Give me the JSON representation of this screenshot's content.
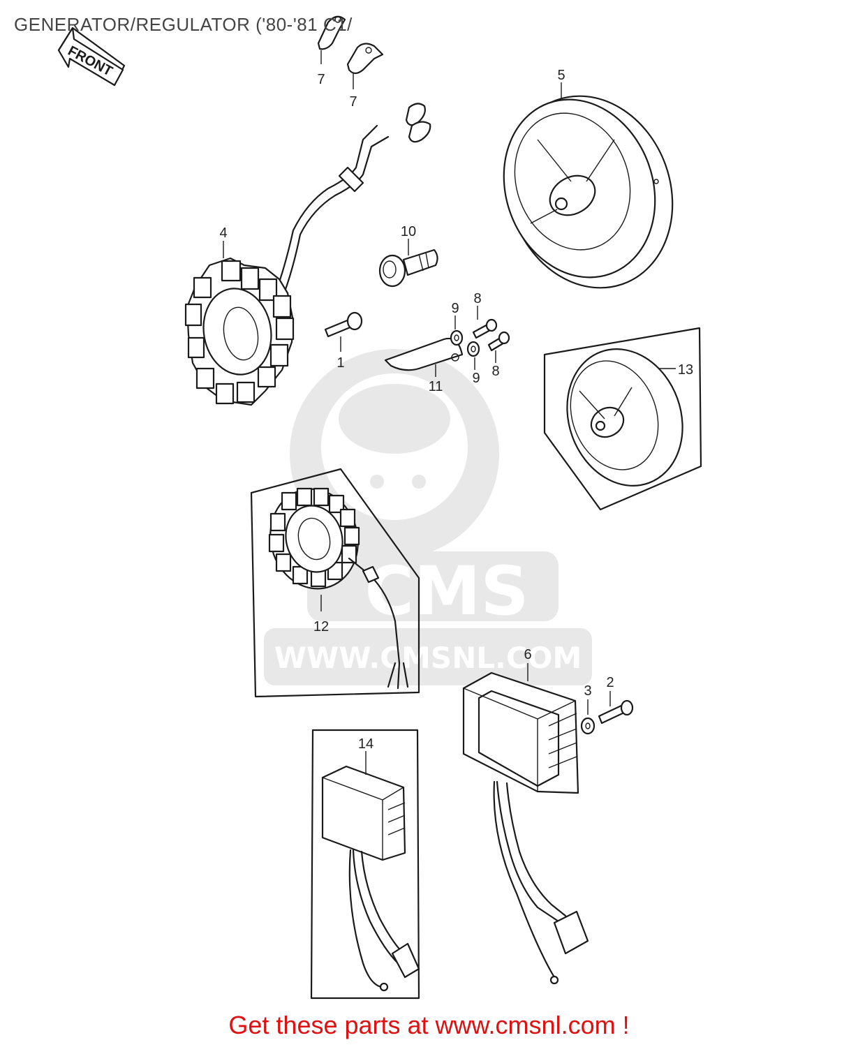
{
  "title": "GENERATOR/REGULATOR ('80-'81 C1/",
  "front_label": "FRONT",
  "watermark": {
    "brand": "CMS",
    "url": "WWW.CMSNL.COM"
  },
  "callouts": [
    "1",
    "2",
    "3",
    "4",
    "5",
    "6",
    "7",
    "7",
    "8",
    "8",
    "9",
    "9",
    "10",
    "11",
    "12",
    "13",
    "14"
  ],
  "promo": "Get these parts at www.cmsnl.com !",
  "colors": {
    "promo": "#e01010",
    "title": "#444444",
    "line": "#1a1a1a",
    "watermark": "#e8e8e8"
  }
}
